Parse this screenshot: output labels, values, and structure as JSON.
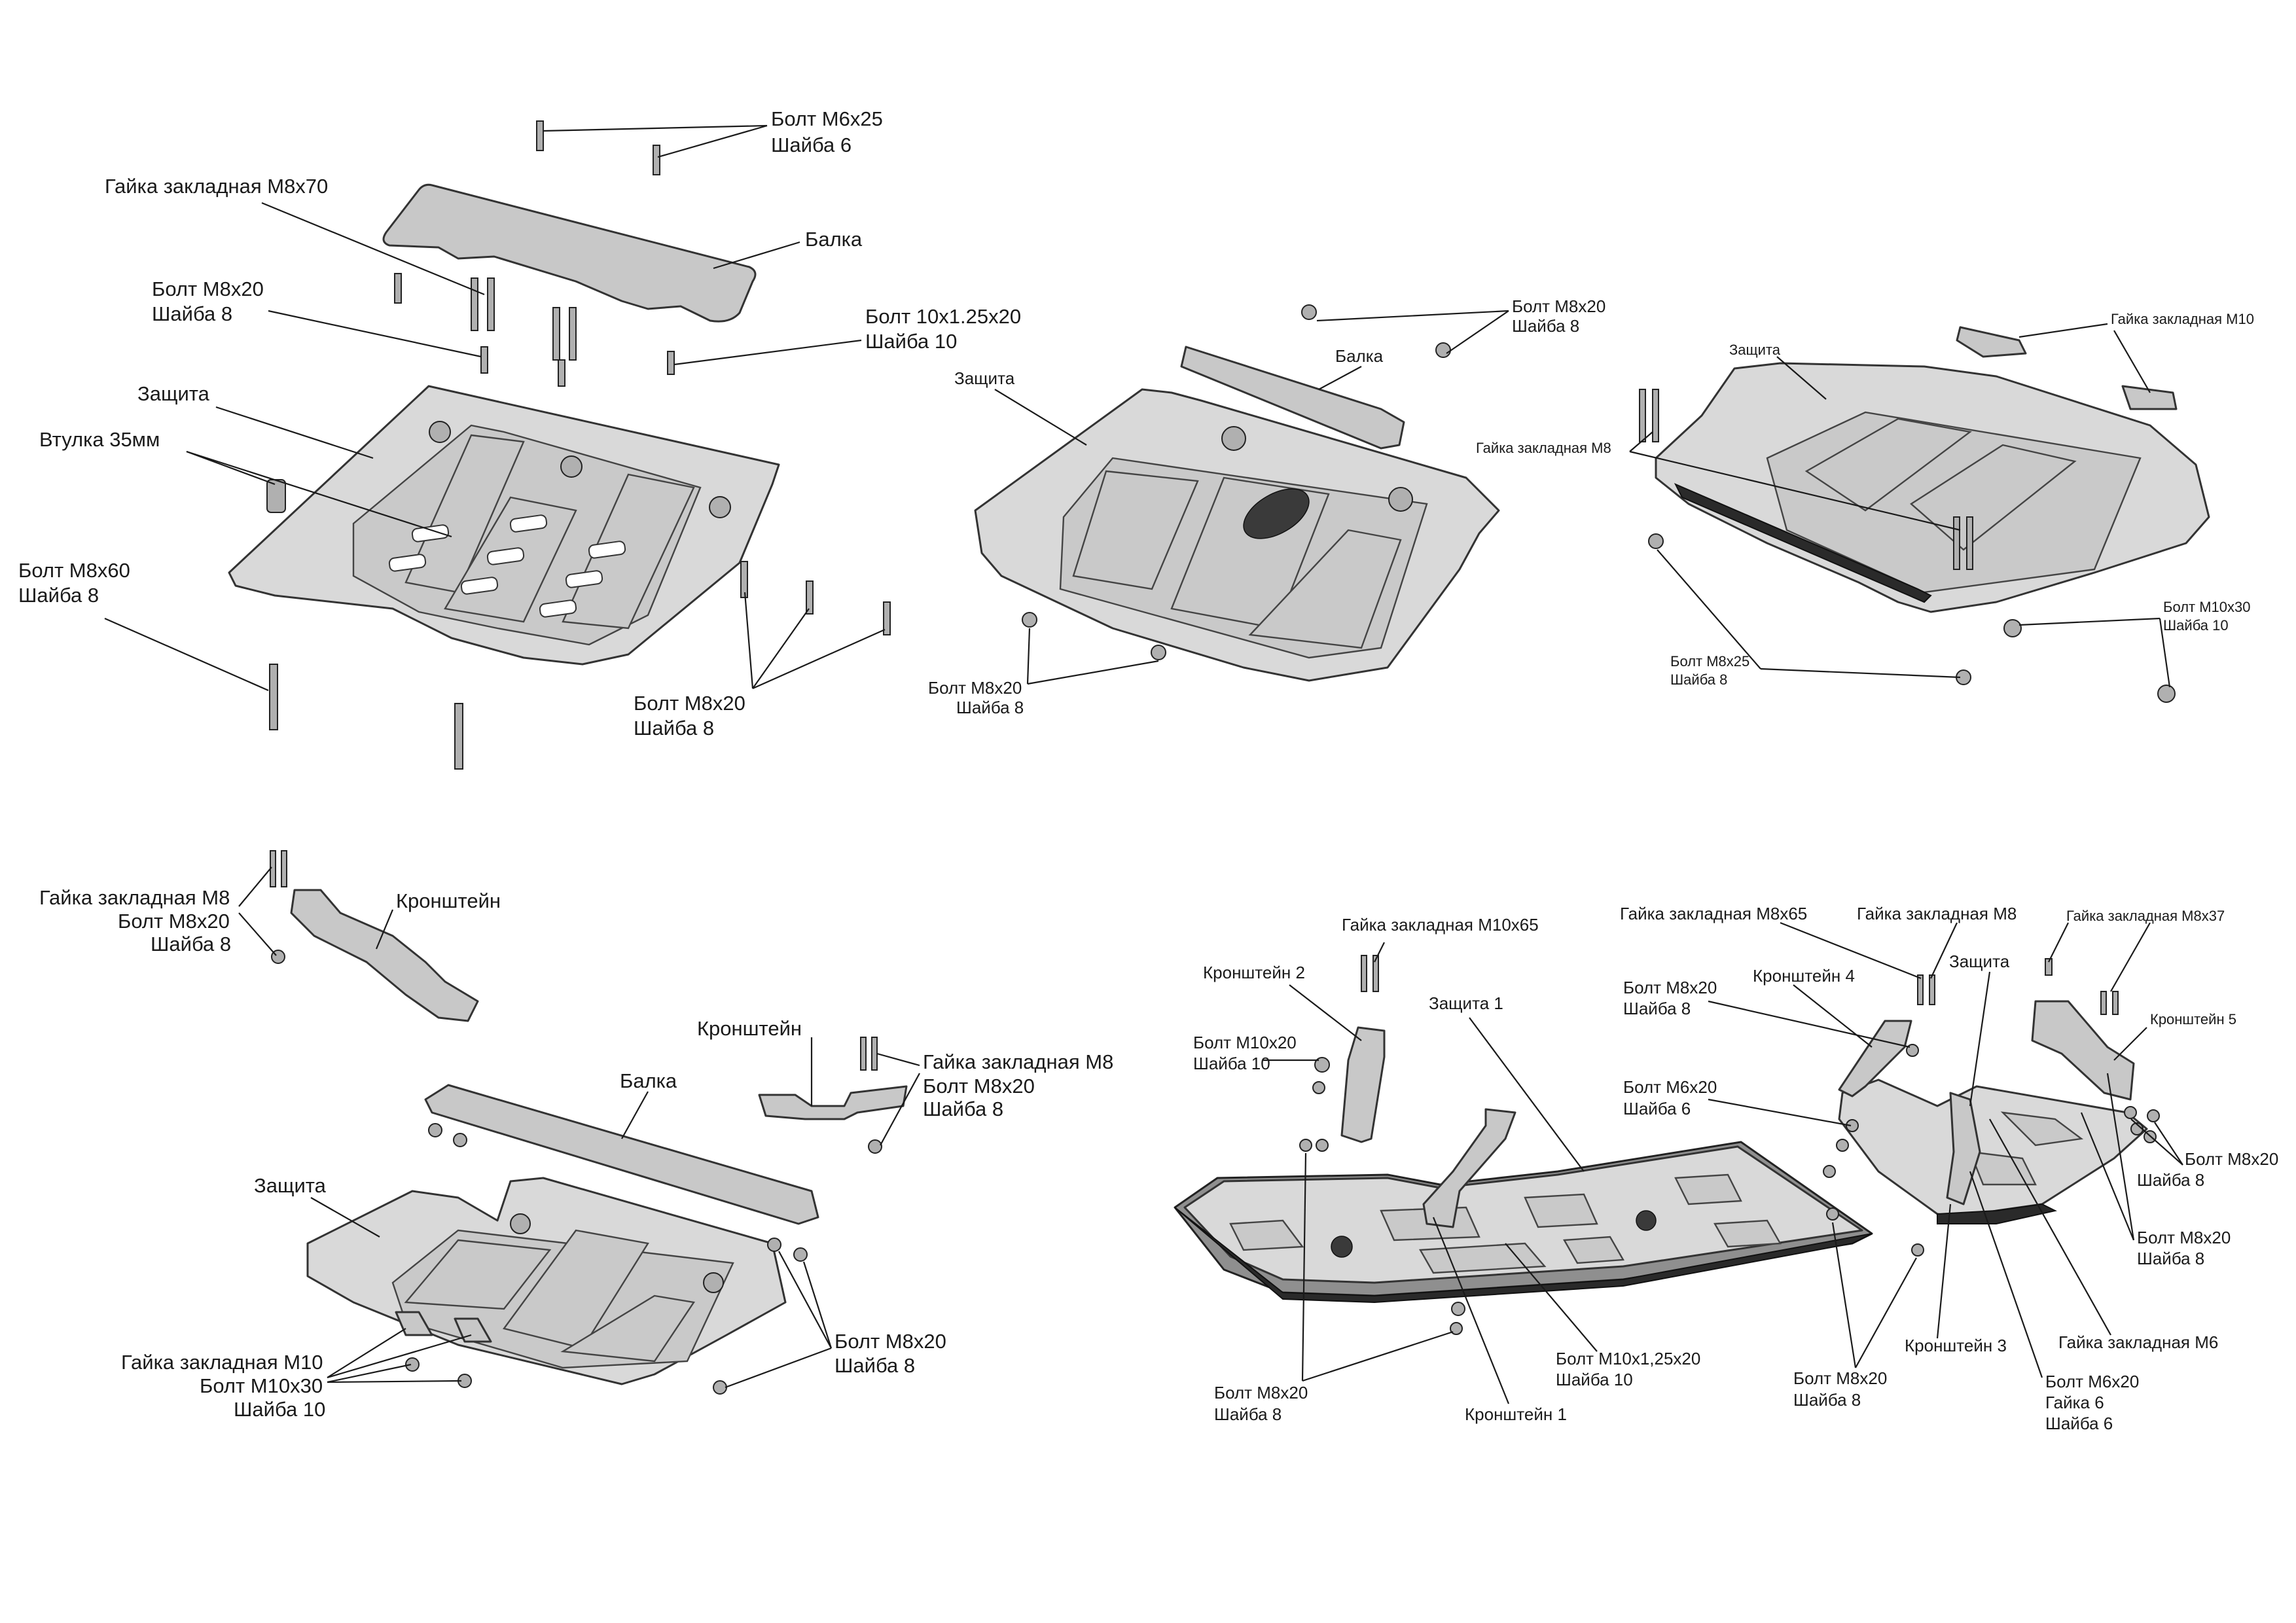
{
  "diagram": {
    "panel_1": {
      "bolt_m6x25": "Болт М6х25",
      "washer_6": "Шайба 6",
      "insert_nut_m8x70": "Гайка закладная М8х70",
      "beam": "Балка",
      "bolt_m8x20": "Болт М8х20",
      "washer_8": "Шайба 8",
      "bolt_10x125x20": "Болт 10х1.25х20",
      "washer_10": "Шайба 10",
      "guard": "Защита",
      "bushing_35": "Втулка 35мм",
      "bolt_m8x60": "Болт М8х60",
      "washer_8b": "Шайба 8",
      "bolt_m8x20b": "Болт М8х20",
      "washer_8c": "Шайба 8"
    },
    "panel_2": {
      "bolt_m8x20": "Болт М8х20",
      "washer_8": "Шайба 8",
      "beam": "Балка",
      "guard": "Защита",
      "bolt_m8x20b": "Болт М8х20",
      "washer_8b": "Шайба 8"
    },
    "panel_3": {
      "guard": "Защита",
      "insert_nut_m10": "Гайка закладная М10",
      "insert_nut_m8": "Гайка закладная М8",
      "bolt_m10x30": "Болт М10х30",
      "washer_10": "Шайба 10",
      "bolt_m8x25": "Болт М8х25",
      "washer_8": "Шайба 8"
    },
    "panel_4": {
      "insert_nut_m8": "Гайка закладная М8",
      "bolt_m8x20": "Болт М8х20",
      "washer_8": "Шайба 8",
      "bracket": "Кронштейн",
      "bracket_b": "Кронштейн",
      "insert_nut_m8b": "Гайка закладная М8",
      "bolt_m8x20b": "Болт М8х20",
      "washer_8b": "Шайба 8",
      "beam": "Балка",
      "guard": "Защита",
      "bolt_m8x20c": "Болт М8х20",
      "washer_8c": "Шайба 8",
      "insert_nut_m10": "Гайка закладная М10",
      "bolt_m10x30": "Болт М10х30",
      "washer_10": "Шайба 10"
    },
    "panel_5": {
      "insert_nut_m10x65": "Гайка закладная М10х65",
      "bracket_2": "Кронштейн 2",
      "guard_1": "Защита 1",
      "bolt_m10x20": "Болт М10х20",
      "washer_10": "Шайба 10",
      "bolt_m8x20": "Болт М8х20",
      "washer_8": "Шайба 8",
      "bracket_1": "Кронштейн 1",
      "bolt_m10x125x20": "Болт М10х1,25х20",
      "washer_10b": "Шайба 10",
      "insert_nut_m8x65": "Гайка закладная М8х65",
      "insert_nut_m8": "Гайка закладная М8",
      "insert_nut_m8x37": "Гайка закладная М8х37",
      "guard": "Защита",
      "bolt_m8x20b": "Болт М8х20",
      "washer_8b": "Шайба 8",
      "bracket_4": "Кронштейн 4",
      "bracket_5": "Кронштейн 5",
      "bolt_m6x20": "Болт М6х20",
      "washer_6": "Шайба 6",
      "bolt_m8x20c": "Болт М8х20",
      "washer_8c": "Шайба 8",
      "bolt_m8x20d": "Болт М8х20",
      "washer_8d": "Шайба 8",
      "bolt_m8x20e": "Болт М8х20",
      "washer_8e": "Шайба 8",
      "bracket_3": "Кронштейн 3",
      "insert_nut_m6": "Гайка закладная М6",
      "bolt_m6x20b": "Болт М6х20",
      "nut_6": "Гайка 6",
      "washer_6b": "Шайба 6"
    }
  }
}
